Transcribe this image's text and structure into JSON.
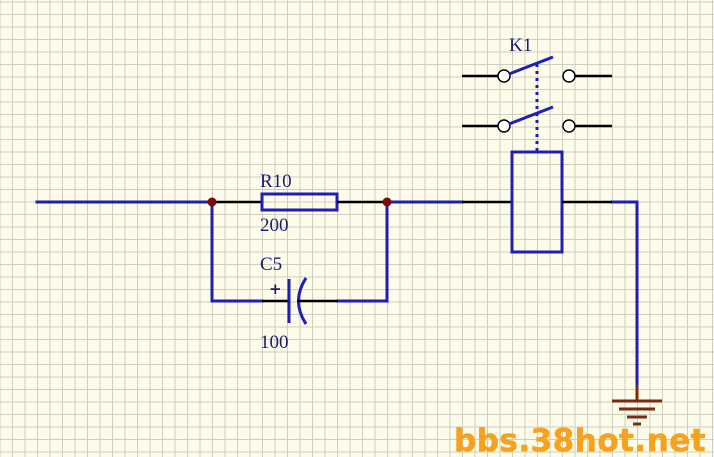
{
  "components": {
    "resistor": {
      "ref": "R10",
      "value": "200"
    },
    "capacitor": {
      "ref": "C5",
      "value": "100",
      "polarity": "+"
    },
    "relay": {
      "ref": "K1"
    }
  },
  "watermark": "bbs.38hot.net",
  "colors": {
    "background": "#fdfbea",
    "grid": "#cfcfbf",
    "wire": "#1f1fb4",
    "pin": "#000000",
    "junction": "#7a0a0a",
    "ground": "#7a2a10",
    "label": "#1a1a6e",
    "watermark": "#f6a21c"
  }
}
